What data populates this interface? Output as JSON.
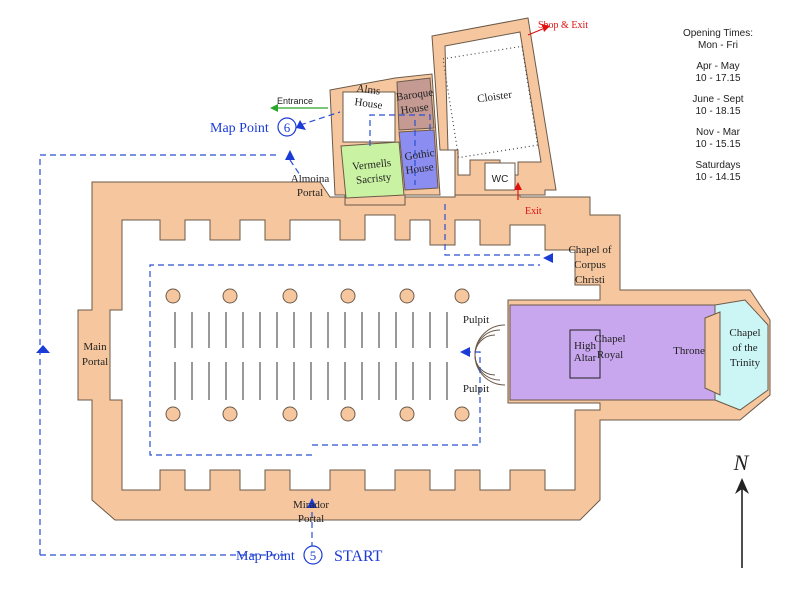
{
  "hours": {
    "title": "Opening Times:",
    "subtitle": "Mon - Fri",
    "periods": [
      {
        "label": "Apr - May",
        "time": "10 - 17.15"
      },
      {
        "label": "June - Sept",
        "time": "10 - 18.15"
      },
      {
        "label": "Nov - Mar",
        "time": "10 - 15.15"
      },
      {
        "label": "Saturdays",
        "time": "10 - 14.15"
      }
    ]
  },
  "rooms": {
    "alms": [
      "Alms",
      "House"
    ],
    "baroque": [
      "Baroque",
      "House"
    ],
    "cloister": "Cloister",
    "gothic": [
      "Gothic",
      "House"
    ],
    "vermells": [
      "Vermells",
      "Sacristy"
    ],
    "wc": "WC",
    "chapel_royal": [
      "Chapel",
      "Royal"
    ],
    "high_altar": [
      "High",
      "Altar"
    ],
    "throne": "Throne",
    "chapel_trinity": [
      "Chapel",
      "of the",
      "Trinity"
    ],
    "chapel_corpus": [
      "Chapel of",
      "Corpus",
      "Christi"
    ]
  },
  "labels": {
    "shop_exit": "Shop & Exit",
    "exit": "Exit",
    "entrance": "Entrance",
    "map_point_6": "Map Point",
    "map_point_6_num": "6",
    "map_point_5": "Map Point",
    "map_point_5_num": "5",
    "start": "START",
    "almoina": [
      "Almoina",
      "Portal"
    ],
    "main_portal": [
      "Main",
      "Portal"
    ],
    "mirador": [
      "Mirador",
      "Portal"
    ],
    "pulpit_top": "Pulpit",
    "pulpit_bottom": "Pulpit",
    "north": "N"
  },
  "colors": {
    "wall": "#f6c79e",
    "route": "#2a4fd1",
    "baroque": "#c49a93",
    "gothic": "#8b8df0",
    "vermells": "#c9f3a2",
    "chapel_royal": "#c9a7ef",
    "trinity": "#ccf6f6",
    "exit_red": "#e01010",
    "entrance_green": "#2aa52a"
  }
}
